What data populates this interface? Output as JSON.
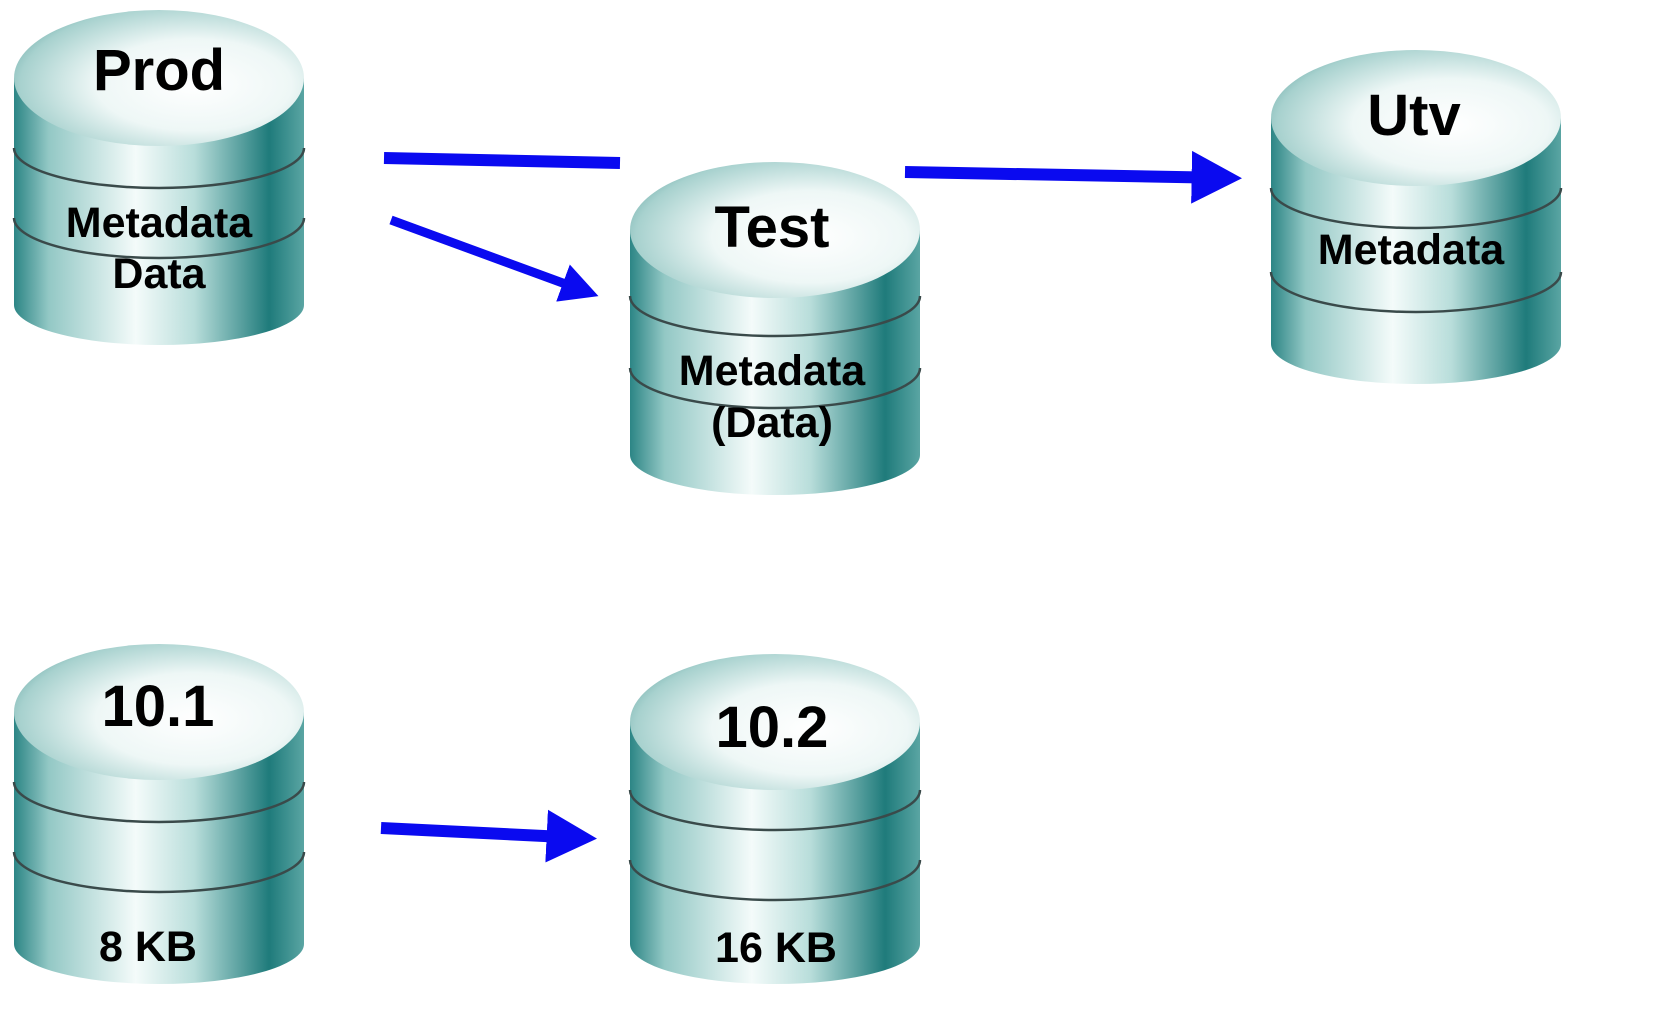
{
  "colors": {
    "arrow": "#0a0af0",
    "cylinder_dark": "#0f6b6b",
    "cylinder_mid": "#5ea8a6",
    "cylinder_light": "#f3fbfa",
    "band_line": "#3a4a4a"
  },
  "databases": {
    "prod": {
      "title": "Prod",
      "line1": "Metadata",
      "line2": "Data"
    },
    "test": {
      "title": "Test",
      "line1": "Metadata",
      "line2": "(Data)"
    },
    "utv": {
      "title": "Utv",
      "line1": "Metadata"
    },
    "v101": {
      "title": "10.1",
      "size": "8 KB"
    },
    "v102": {
      "title": "10.2",
      "size": "16 KB"
    }
  }
}
